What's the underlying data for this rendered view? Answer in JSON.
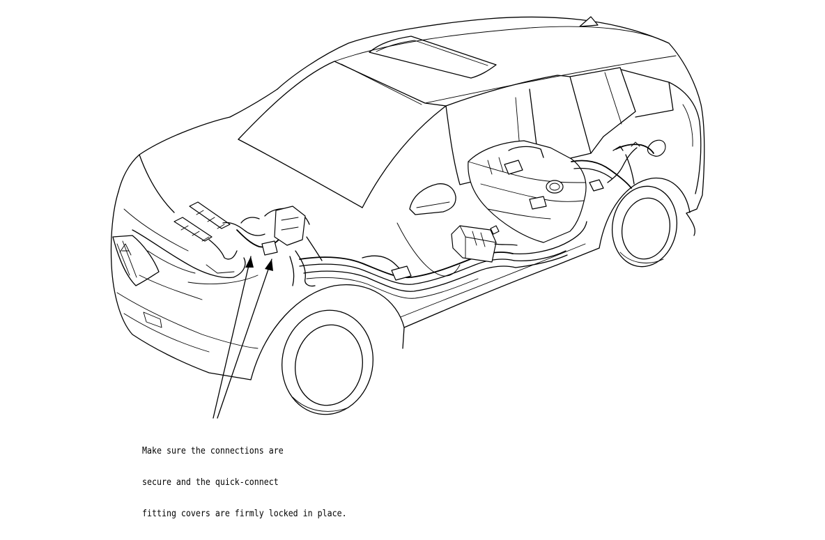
{
  "callout": {
    "lines": [
      "Make sure the connections are",
      "secure and the quick-connect",
      "fitting covers are firmly locked in place."
    ]
  },
  "colors": {
    "ink": "#000000",
    "paper": "#ffffff"
  }
}
